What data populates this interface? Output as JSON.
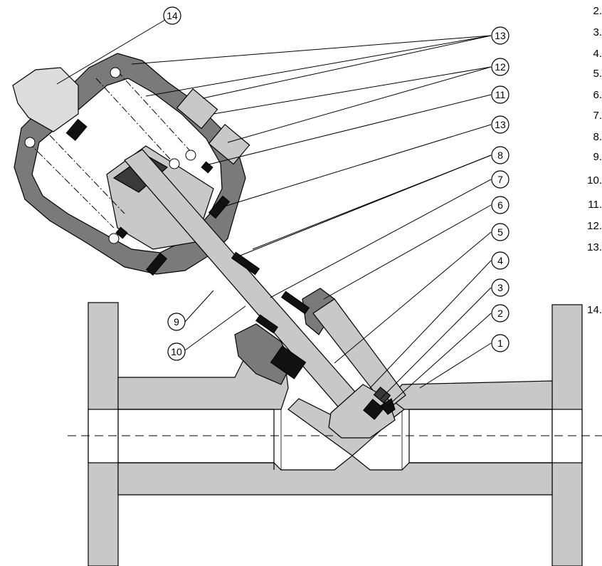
{
  "callouts": [
    {
      "id": "c14a",
      "label": "14"
    },
    {
      "id": "c13a",
      "label": "13"
    },
    {
      "id": "c12",
      "label": "12"
    },
    {
      "id": "c11",
      "label": "11"
    },
    {
      "id": "c13b",
      "label": "13"
    },
    {
      "id": "c8",
      "label": "8"
    },
    {
      "id": "c7",
      "label": "7"
    },
    {
      "id": "c6",
      "label": "6"
    },
    {
      "id": "c5",
      "label": "5"
    },
    {
      "id": "c4",
      "label": "4"
    },
    {
      "id": "c3",
      "label": "3"
    },
    {
      "id": "c2",
      "label": "2"
    },
    {
      "id": "c1",
      "label": "1"
    },
    {
      "id": "c9",
      "label": "9"
    },
    {
      "id": "c10",
      "label": "10"
    }
  ],
  "parts_list": [
    "2.",
    "3.",
    "4.",
    "5.",
    "6.",
    "7.",
    "8.",
    "9.",
    "10.",
    "11.",
    "12.",
    "13.",
    "14."
  ],
  "colors": {
    "body_fill": "#c8c8c8",
    "housing_fill": "#7a7a7a",
    "dark_part": "#3a3a3a",
    "seal_black": "#111111",
    "line": "#000000",
    "background": "#ffffff"
  }
}
